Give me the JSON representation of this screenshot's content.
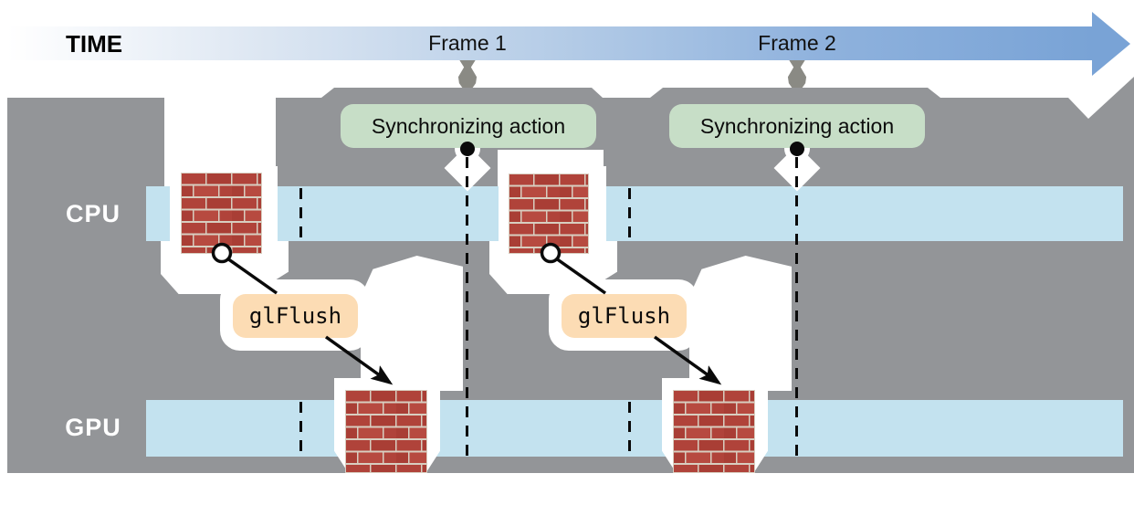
{
  "diagram": {
    "time_label": "TIME",
    "frame_labels": [
      "Frame 1",
      "Frame 2"
    ],
    "lanes": [
      {
        "label": "CPU"
      },
      {
        "label": "GPU"
      }
    ],
    "sync_actions": [
      {
        "label": "Synchronizing action"
      },
      {
        "label": "Synchronizing action"
      }
    ],
    "flush_calls": [
      {
        "label": "glFlush"
      },
      {
        "label": "glFlush"
      }
    ]
  },
  "colors": {
    "background_gray": "#939598",
    "lane_blue": "#c3e2ef",
    "sync_green": "#c7dec7",
    "flush_peach": "#fcdcb4",
    "arrow_blue": "#79a3d6",
    "pin_gray": "#8a8a84",
    "brick_red": "#b0433a",
    "brick_red_dark": "#a93e35",
    "brick_red_light": "#b74a40",
    "mortar": "#d8cec0"
  }
}
